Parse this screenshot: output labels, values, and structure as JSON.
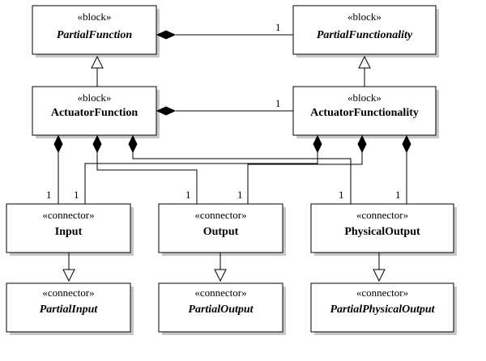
{
  "blocks": {
    "partial_function": {
      "stereotype": "«block»",
      "name": "PartialFunction"
    },
    "partial_functionality": {
      "stereotype": "«block»",
      "name": "PartialFunctionality"
    },
    "actuator_function": {
      "stereotype": "«block»",
      "name": "ActuatorFunction"
    },
    "actuator_functionality": {
      "stereotype": "«block»",
      "name": "ActuatorFunctionality"
    }
  },
  "connectors": {
    "input": {
      "stereotype": "«connector»",
      "name": "Input"
    },
    "output": {
      "stereotype": "«connector»",
      "name": "Output"
    },
    "physical_output": {
      "stereotype": "«connector»",
      "name": "PhysicalOutput"
    },
    "partial_input": {
      "stereotype": "«connector»",
      "name": "PartialInput"
    },
    "partial_output": {
      "stereotype": "«connector»",
      "name": "PartialOutput"
    },
    "partial_physical_output": {
      "stereotype": "«connector»",
      "name": "PartialPhysicalOutput"
    }
  },
  "multiplicities": {
    "pf_pfy": "1",
    "af_afy": "1",
    "input_a": "1",
    "input_b": "1",
    "output_a": "1",
    "output_b": "1",
    "physical_a": "1",
    "physical_b": "1"
  }
}
